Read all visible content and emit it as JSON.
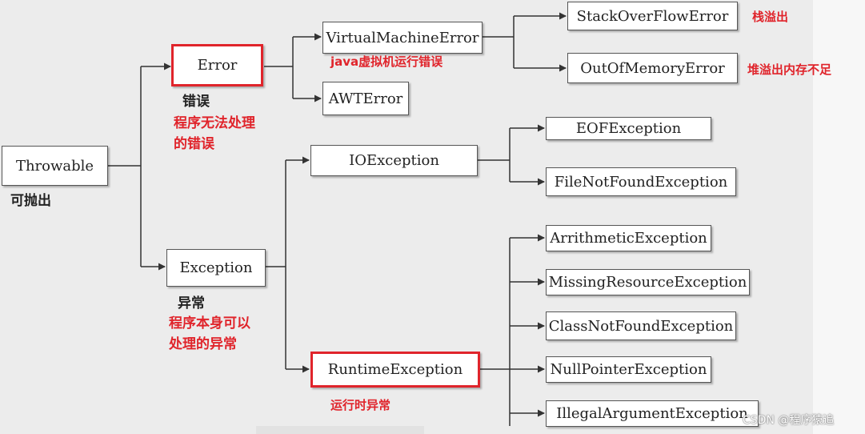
{
  "nodes": {
    "throwable": "Throwable",
    "error": "Error",
    "exception": "Exception",
    "virtual_machine_error": "VirtualMachineError",
    "awt_error": "AWTError",
    "stack_overflow_error": "StackOverFlowError",
    "out_of_memory_error": "OutOfMemoryError",
    "io_exception": "IOException",
    "eof_exception": "EOFException",
    "file_not_found_exception": "FileNotFoundException",
    "runtime_exception": "RuntimeException",
    "arithmetic_exception": "ArrithmeticException",
    "missing_resource_exception": "MissingResourceException",
    "class_not_found_exception": "ClassNotFoundException",
    "null_pointer_exception": "NullPointerException",
    "illegal_argument_exception": "IllegalArgumentException"
  },
  "notes": {
    "throwable_note": "可抛出",
    "error_note": "错误",
    "error_desc_1": "程序无法处理",
    "error_desc_2": "的错误",
    "vm_error_note": "java虚拟机运行错误",
    "stack_overflow_note": "栈溢出",
    "out_of_memory_note": "堆溢出内存不足",
    "exception_note": "异常",
    "exception_desc_1": "程序本身可以",
    "exception_desc_2": "处理的异常",
    "runtime_note": "运行时异常"
  },
  "watermark": "CSDN @程序猿追",
  "colors": {
    "panel_bg": "#ececec",
    "highlight_red": "#e0242b",
    "box_border": "#555555",
    "line": "#333333"
  }
}
